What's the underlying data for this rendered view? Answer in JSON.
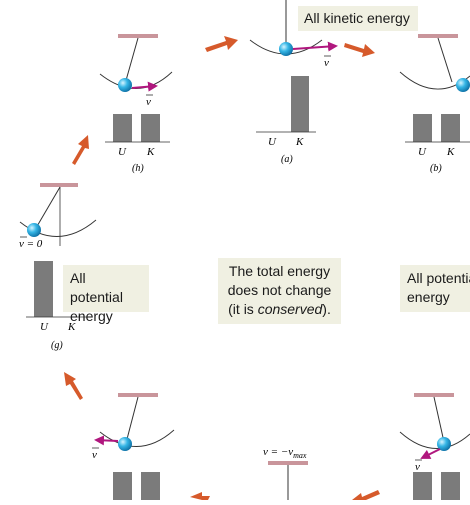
{
  "captions": {
    "top": "All kinetic energy",
    "left_line1": "All potential",
    "left_line2": "energy",
    "center_line1": "The total energy",
    "center_line2": "does not change",
    "center_line3_prefix": "(it is ",
    "center_line3_em": "conserved",
    "center_line3_suffix": ").",
    "right_line1": "All potential",
    "right_line2": "energy"
  },
  "bar_labels": {
    "u": "U",
    "k": "K"
  },
  "panel_labels": {
    "a": "(a)",
    "b": "(b)",
    "g": "(g)",
    "h": "(h)"
  },
  "velocity": {
    "v": "v",
    "v_zero": "v = 0",
    "v_max_prefix": "v = −v",
    "v_max_sub": "max"
  },
  "energy_fractions": {
    "a": {
      "U": 0,
      "K": 1
    },
    "b": {
      "U": 0.5,
      "K": 0.5
    },
    "g": {
      "U": 1,
      "K": 0
    },
    "h": {
      "U": 0.5,
      "K": 0.5
    },
    "f": {
      "U": 0.5,
      "K": 0.5
    },
    "d": {
      "U": 0.5,
      "K": 0.5
    }
  },
  "colors": {
    "bar": "#7b7b7b",
    "arrow": "#d65a2b",
    "velocity_arrow": "#b0177e",
    "ceiling": "#c9959b",
    "ball": "#35b6e6",
    "caption_bg": "#f0f0e2"
  }
}
